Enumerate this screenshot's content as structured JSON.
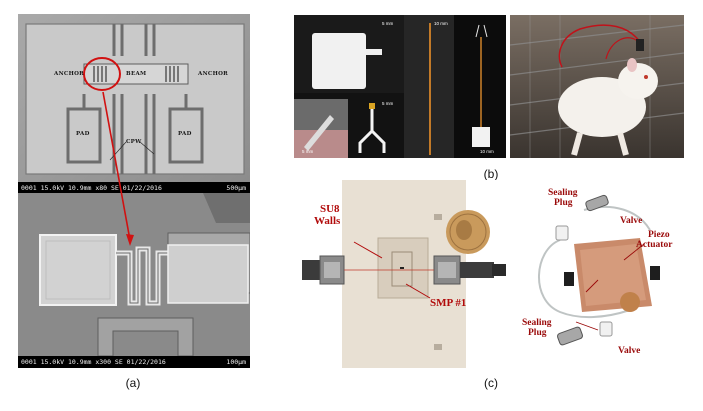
{
  "captions": {
    "a": "(a)",
    "b": "(b)",
    "c": "(c)"
  },
  "sem_top": {
    "info": "0001 15.0kV 10.9mm x80 SE 01/22/2016",
    "scale": "500µm",
    "labels": {
      "anchor_left": "ANCHOR",
      "beam": "BEAM",
      "anchor_right": "ANCHOR",
      "pad_left": "PAD",
      "cpw": "CPW",
      "pad_right": "PAD"
    }
  },
  "sem_bottom": {
    "info": "0001 15.0kV 10.9mm x300 SE 01/22/2016",
    "scale": "100µm"
  },
  "photos_b": {
    "scale_1": "5 mm",
    "scale_2": "5 mm",
    "scale_3": "5 mm",
    "scale_4": "10 mm",
    "scale_5": "10 mm"
  },
  "photo_c1": {
    "su8": "SU8",
    "walls": "Walls",
    "smp": "SMP #1"
  },
  "photo_c2": {
    "sealing_plug_top_1": "Sealing",
    "sealing_plug_top_2": "Plug",
    "valve_top": "Valve",
    "piezo_1": "Piezo",
    "piezo_2": "Actuator",
    "sealing_plug_bottom_1": "Sealing",
    "sealing_plug_bottom_2": "Plug",
    "valve_bottom": "Valve"
  },
  "colors": {
    "annotation_red": "#b10a0a",
    "sem_bar": "#000000"
  }
}
